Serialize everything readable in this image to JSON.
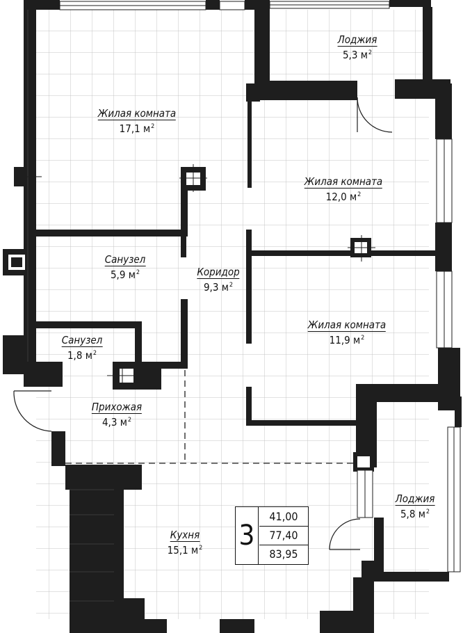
{
  "rooms": {
    "living1": {
      "name": "Жилая комната",
      "area": "17,1 м",
      "unit_sup": "2"
    },
    "loggia1": {
      "name": "Лоджия",
      "area": "5,3 м",
      "unit_sup": "2"
    },
    "living2": {
      "name": "Жилая комната",
      "area": "12,0 м",
      "unit_sup": "2"
    },
    "bath1": {
      "name": "Санузел",
      "area": "5,9 м",
      "unit_sup": "2"
    },
    "corridor": {
      "name": "Коридор",
      "area": "9,3 м",
      "unit_sup": "2"
    },
    "living3": {
      "name": "Жилая комната",
      "area": "11,9 м",
      "unit_sup": "2"
    },
    "bath2": {
      "name": "Санузел",
      "area": "1,8 м",
      "unit_sup": "2"
    },
    "hall": {
      "name": "Прихожая",
      "area": "4,3 м",
      "unit_sup": "2"
    },
    "kitchen": {
      "name": "Кухня",
      "area": "15,1 м",
      "unit_sup": "2"
    },
    "loggia2": {
      "name": "Лоджия",
      "area": "5,8 м",
      "unit_sup": "2"
    }
  },
  "summary": {
    "room_count": "3",
    "living_area": "41,00",
    "total_area": "77,40",
    "total_with_loggias": "83,95"
  },
  "colors": {
    "wall": "#1e1e1e",
    "grid": "#c9c9c9",
    "floor": "#ffffff",
    "window": "#ffffff"
  }
}
